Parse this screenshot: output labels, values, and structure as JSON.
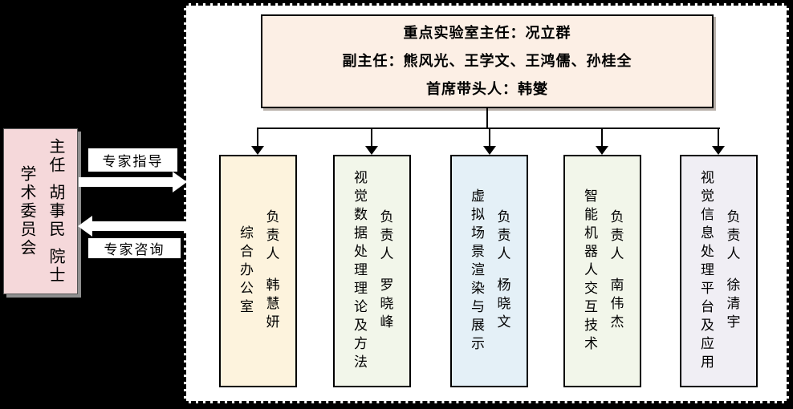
{
  "colors": {
    "background": "#000000",
    "panel_bg": "#ffffff",
    "line": "#000000",
    "top_box_bg": "#fcefe5",
    "committee_bg": "#f5d8da",
    "arrow_fill": "#ffffff"
  },
  "leadership": {
    "director_line": "重点实验室主任：况立群",
    "deputy_line": "副主任：熊风光、王学文、王鸿儒、孙桂全",
    "chief_line": "首席带头人：韩燮"
  },
  "committee": {
    "name": "学术委员会",
    "chair_role": "主任",
    "chair_name": "胡事民",
    "chair_title": "院士"
  },
  "arrows": {
    "guidance_label": "专家指导",
    "consult_label": "专家咨询"
  },
  "departments": [
    {
      "name": "综合办公室",
      "role": "负责人",
      "leader": "韩慧妍",
      "color": "#fdf3dd"
    },
    {
      "name": "视觉数据处理理论及方法",
      "role": "负责人",
      "leader": "罗晓峰",
      "color": "#f2f6ea"
    },
    {
      "name": "虚拟场景渲染与展示",
      "role": "负责人",
      "leader": "杨晓文",
      "color": "#e4f0f7"
    },
    {
      "name": "智能机器人交互技术",
      "role": "负责人",
      "leader": "南伟杰",
      "color": "#f2f6ea"
    },
    {
      "name": "视觉信息处理平台及应用",
      "role": "负责人",
      "leader": "徐清宇",
      "color": "#f0eef4"
    }
  ]
}
